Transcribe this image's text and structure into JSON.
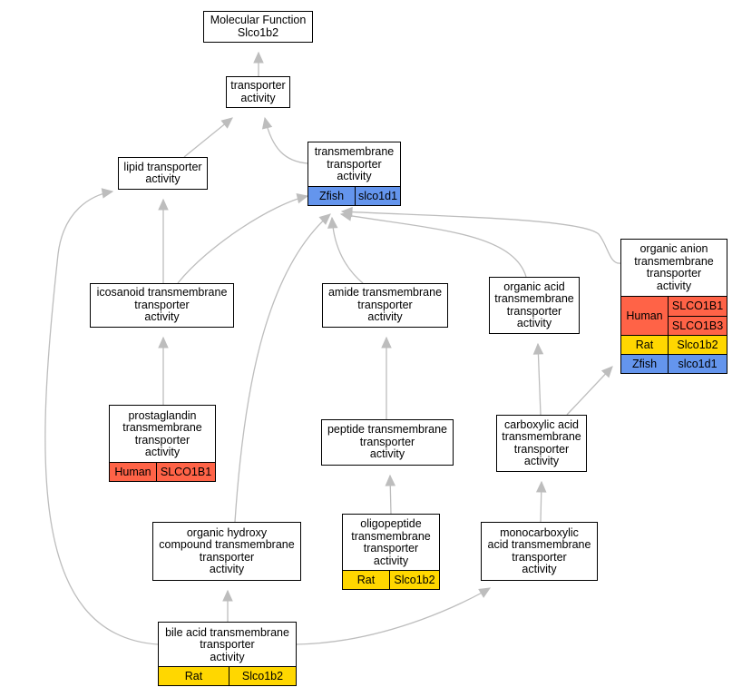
{
  "colors": {
    "edge": "#bdbdbd",
    "Human": "#ff6347",
    "Rat": "#ffd700",
    "Zfish": "#6495ed"
  },
  "nodes": [
    {
      "id": "mf",
      "label": "Molecular Function\nSlco1b2"
    },
    {
      "id": "ta",
      "label": "transporter\nactivity"
    },
    {
      "id": "lta",
      "label": "lipid transporter\nactivity"
    },
    {
      "id": "tmta",
      "label": "transmembrane\ntransporter\nactivity",
      "annotations": [
        {
          "species": "Zfish",
          "genes": [
            "slco1d1"
          ]
        }
      ]
    },
    {
      "id": "ico",
      "label": "icosanoid transmembrane\ntransporter\nactivity"
    },
    {
      "id": "amide",
      "label": "amide transmembrane\ntransporter\nactivity"
    },
    {
      "id": "oacid",
      "label": "organic acid\ntransmembrane\ntransporter\nactivity"
    },
    {
      "id": "oanion",
      "label": "organic anion\ntransmembrane\ntransporter\nactivity",
      "annotations": [
        {
          "species": "Human",
          "genes": [
            "SLCO1B1",
            "SLCO1B3"
          ]
        },
        {
          "species": "Rat",
          "genes": [
            "Slco1b2"
          ]
        },
        {
          "id": "z",
          "species": "Zfish",
          "genes": [
            "slco1d1"
          ]
        }
      ]
    },
    {
      "id": "prosta",
      "label": "prostaglandin\ntransmembrane\ntransporter\nactivity",
      "annotations": [
        {
          "species": "Human",
          "genes": [
            "SLCO1B1"
          ]
        }
      ]
    },
    {
      "id": "peptide",
      "label": "peptide transmembrane\ntransporter\nactivity"
    },
    {
      "id": "carbox",
      "label": "carboxylic acid\ntransmembrane\ntransporter\nactivity"
    },
    {
      "id": "ohydroxy",
      "label": "organic hydroxy\ncompound transmembrane\ntransporter\nactivity"
    },
    {
      "id": "oligo",
      "label": "oligopeptide\ntransmembrane\ntransporter\nactivity",
      "annotations": [
        {
          "species": "Rat",
          "genes": [
            "Slco1b2"
          ]
        }
      ]
    },
    {
      "id": "monocarb",
      "label": "monocarboxylic\nacid transmembrane\ntransporter\nactivity"
    },
    {
      "id": "bile",
      "label": "bile acid transmembrane\ntransporter\nactivity",
      "annotations": [
        {
          "species": "Rat",
          "genes": [
            "Slco1b2"
          ]
        }
      ]
    }
  ],
  "edges": [
    {
      "from": "ta",
      "to": "mf"
    },
    {
      "from": "lta",
      "to": "ta"
    },
    {
      "from": "tmta",
      "to": "ta"
    },
    {
      "from": "ico",
      "to": "lta"
    },
    {
      "from": "ico",
      "to": "tmta"
    },
    {
      "from": "amide",
      "to": "tmta"
    },
    {
      "from": "oacid",
      "to": "tmta"
    },
    {
      "from": "oanion",
      "to": "tmta"
    },
    {
      "from": "prosta",
      "to": "ico"
    },
    {
      "from": "peptide",
      "to": "amide"
    },
    {
      "from": "carbox",
      "to": "oacid"
    },
    {
      "from": "carbox",
      "to": "oanion"
    },
    {
      "from": "oligo",
      "to": "peptide"
    },
    {
      "from": "monocarb",
      "to": "carbox"
    },
    {
      "from": "ohydroxy",
      "to": "tmta"
    },
    {
      "from": "bile",
      "to": "ohydroxy"
    },
    {
      "from": "bile",
      "to": "lta"
    },
    {
      "from": "bile",
      "to": "monocarb"
    }
  ]
}
